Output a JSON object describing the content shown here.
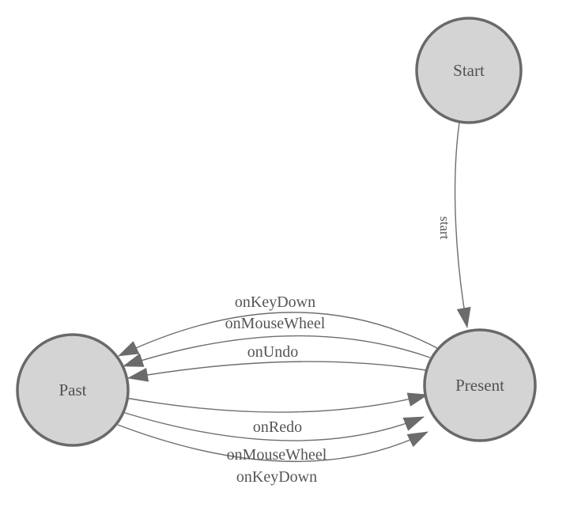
{
  "diagram": {
    "colors": {
      "background": "#ffffff",
      "node_fill": "#d4d4d4",
      "node_stroke": "#696969",
      "edge_stroke": "#6e6e6e",
      "arrow_fill": "#6b6b6b",
      "label_text": "#555555",
      "node_text": "#525252"
    },
    "nodes": [
      {
        "id": "start",
        "label": "Start"
      },
      {
        "id": "present",
        "label": "Present"
      },
      {
        "id": "past",
        "label": "Past"
      }
    ],
    "edges": [
      {
        "from": "start",
        "to": "present",
        "label": "start"
      },
      {
        "from": "present",
        "to": "past",
        "label": "onKeyDown"
      },
      {
        "from": "present",
        "to": "past",
        "label": "onMouseWheel"
      },
      {
        "from": "present",
        "to": "past",
        "label": "onUndo"
      },
      {
        "from": "past",
        "to": "present",
        "label": "onRedo"
      },
      {
        "from": "past",
        "to": "present",
        "label": "onMouseWheel"
      },
      {
        "from": "past",
        "to": "present",
        "label": "onKeyDown"
      }
    ]
  }
}
